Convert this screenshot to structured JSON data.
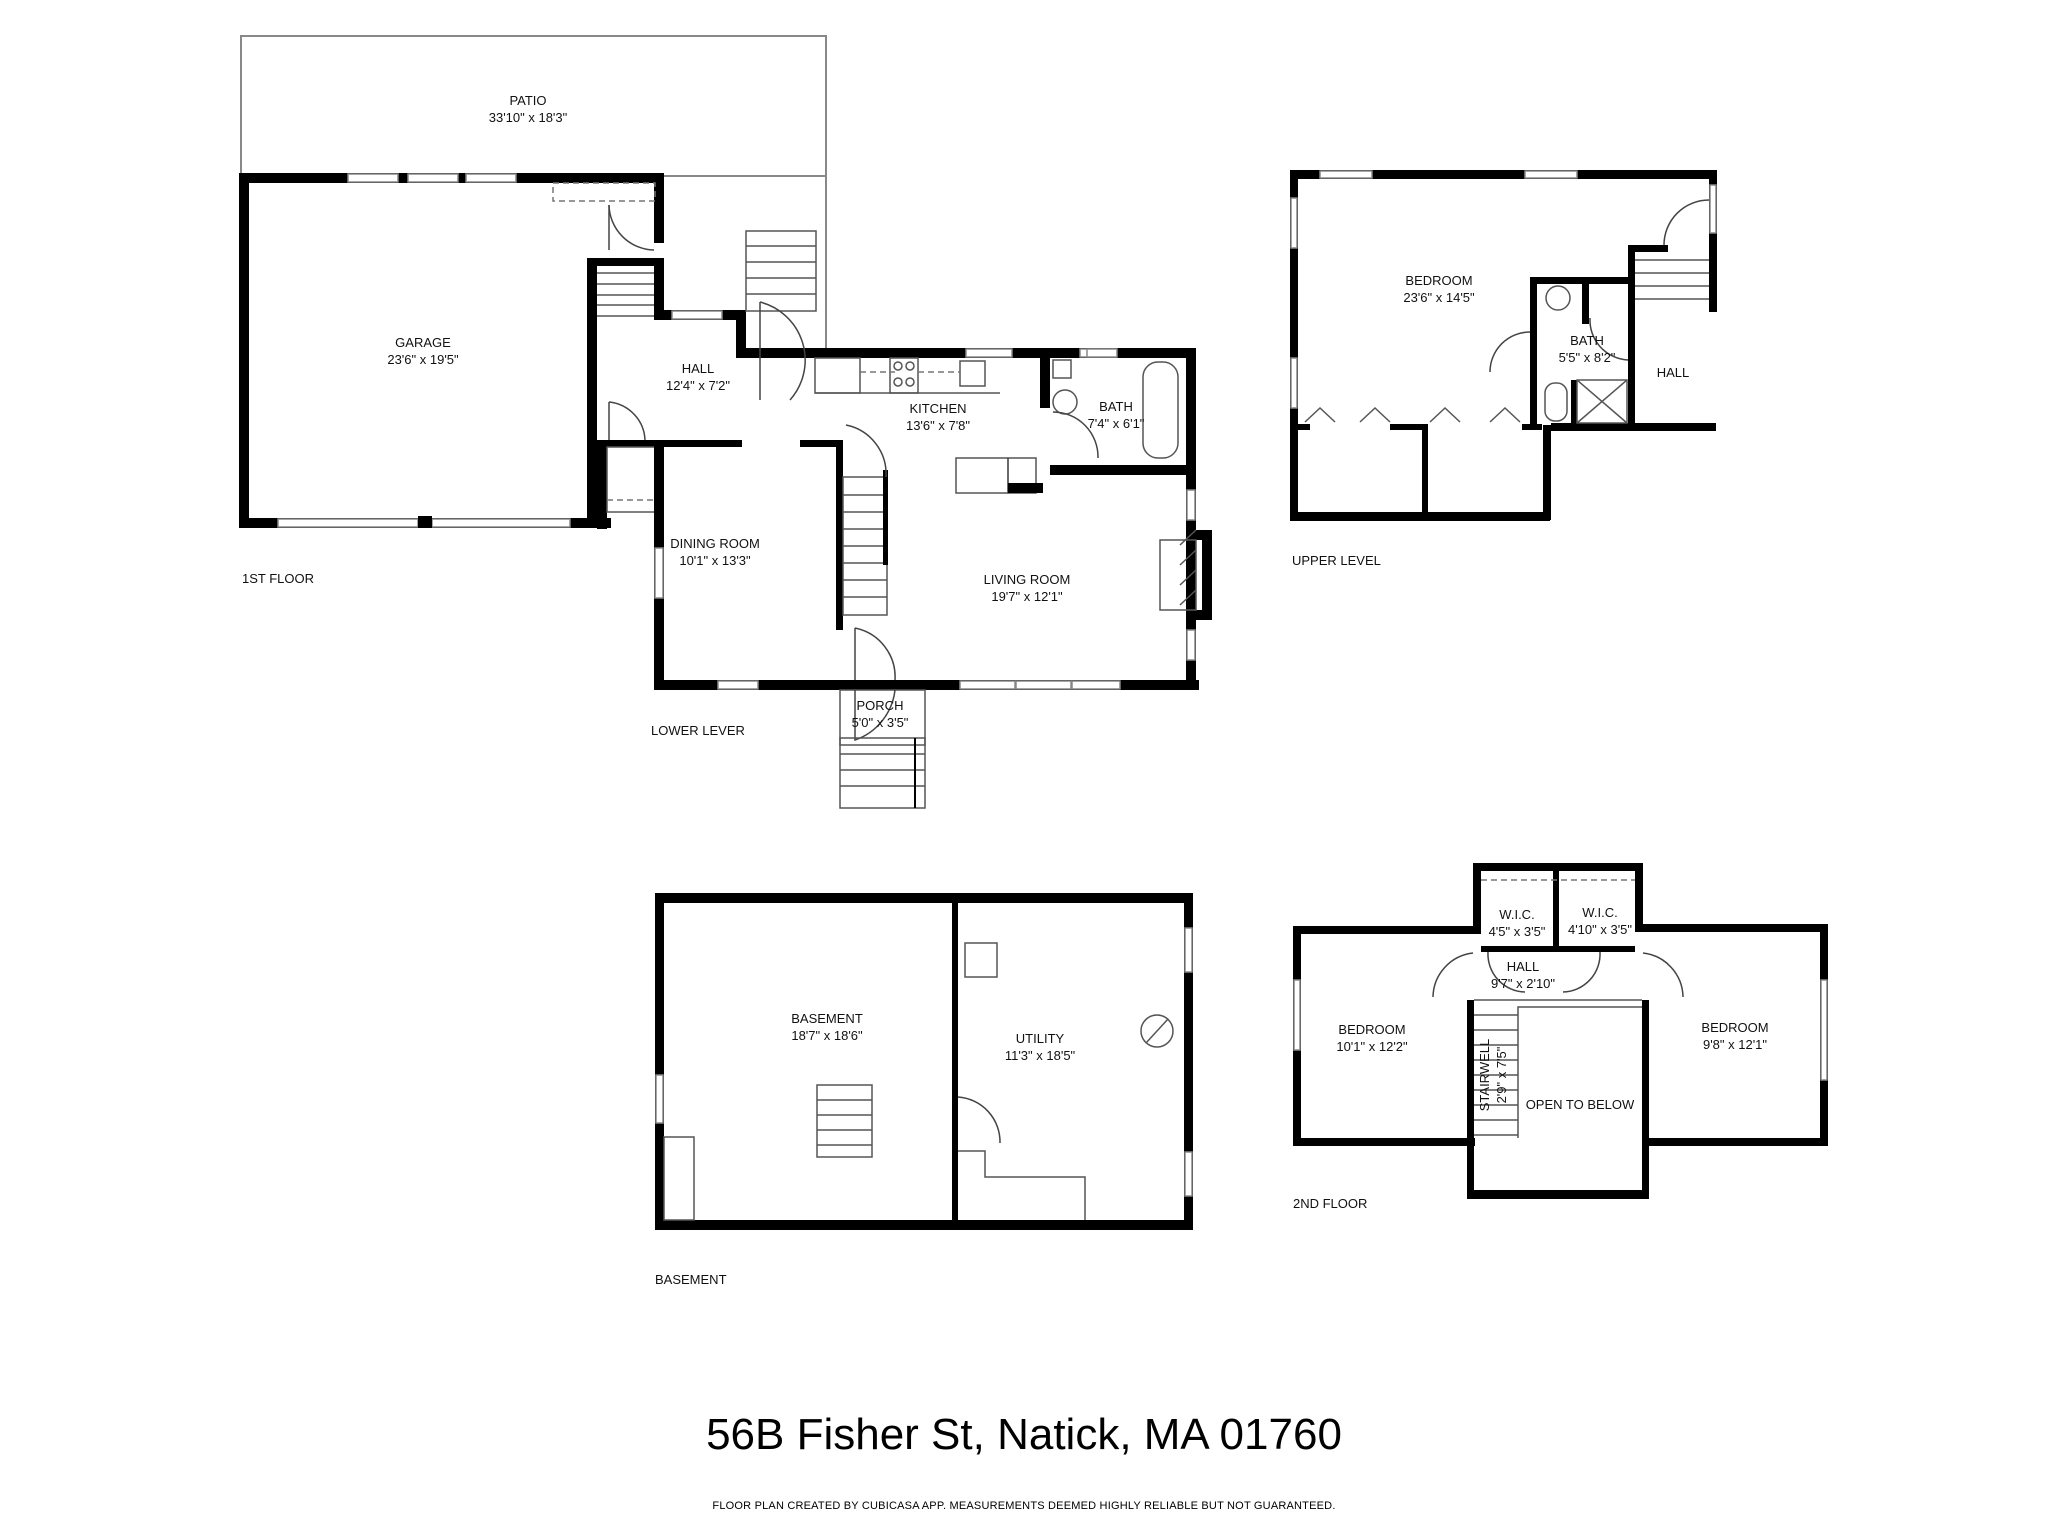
{
  "floors": {
    "first_floor_label": "1ST FLOOR",
    "lower_level_label": "LOWER LEVER",
    "upper_level_label": "UPPER LEVEL",
    "basement_label": "BASEMENT",
    "second_floor_label": "2ND FLOOR"
  },
  "rooms": {
    "patio": {
      "name": "PATIO",
      "dim": "33'10\" x 18'3\""
    },
    "garage": {
      "name": "GARAGE",
      "dim": "23'6\" x 19'5\""
    },
    "hall_lower": {
      "name": "HALL",
      "dim": "12'4\" x 7'2\""
    },
    "kitchen": {
      "name": "KITCHEN",
      "dim": "13'6\" x 7'8\""
    },
    "bath_lower": {
      "name": "BATH",
      "dim": "7'4\" x 6'1\""
    },
    "dining_room": {
      "name": "DINING ROOM",
      "dim": "10'1\" x 13'3\""
    },
    "living_room": {
      "name": "LIVING ROOM",
      "dim": "19'7\" x 12'1\""
    },
    "porch": {
      "name": "PORCH",
      "dim": "5'0\" x 3'5\""
    },
    "bedroom_upper": {
      "name": "BEDROOM",
      "dim": "23'6\" x 14'5\""
    },
    "bath_upper": {
      "name": "BATH",
      "dim": "5'5\" x 8'2\""
    },
    "hall_upper": {
      "name": "HALL"
    },
    "basement": {
      "name": "BASEMENT",
      "dim": "18'7\" x 18'6\""
    },
    "utility": {
      "name": "UTILITY",
      "dim": "11'3\" x 18'5\""
    },
    "wic_left": {
      "name": "W.I.C.",
      "dim": "4'5\" x 3'5\""
    },
    "wic_right": {
      "name": "W.I.C.",
      "dim": "4'10\" x 3'5\""
    },
    "hall_second": {
      "name": "HALL",
      "dim": "9'7\" x 2'10\""
    },
    "bedroom_left": {
      "name": "BEDROOM",
      "dim": "10'1\" x 12'2\""
    },
    "bedroom_right": {
      "name": "BEDROOM",
      "dim": "9'8\" x 12'1\""
    },
    "stairwell": {
      "name": "STAIRWELL",
      "dim": "2'9\" x 7'5\""
    },
    "open_to_below": {
      "name": "OPEN TO BELOW"
    }
  },
  "footer": {
    "address": "56B Fisher St, Natick, MA 01760",
    "disclaimer": "FLOOR PLAN CREATED BY CUBICASA APP. MEASUREMENTS DEEMED HIGHLY RELIABLE BUT NOT GUARANTEED."
  }
}
